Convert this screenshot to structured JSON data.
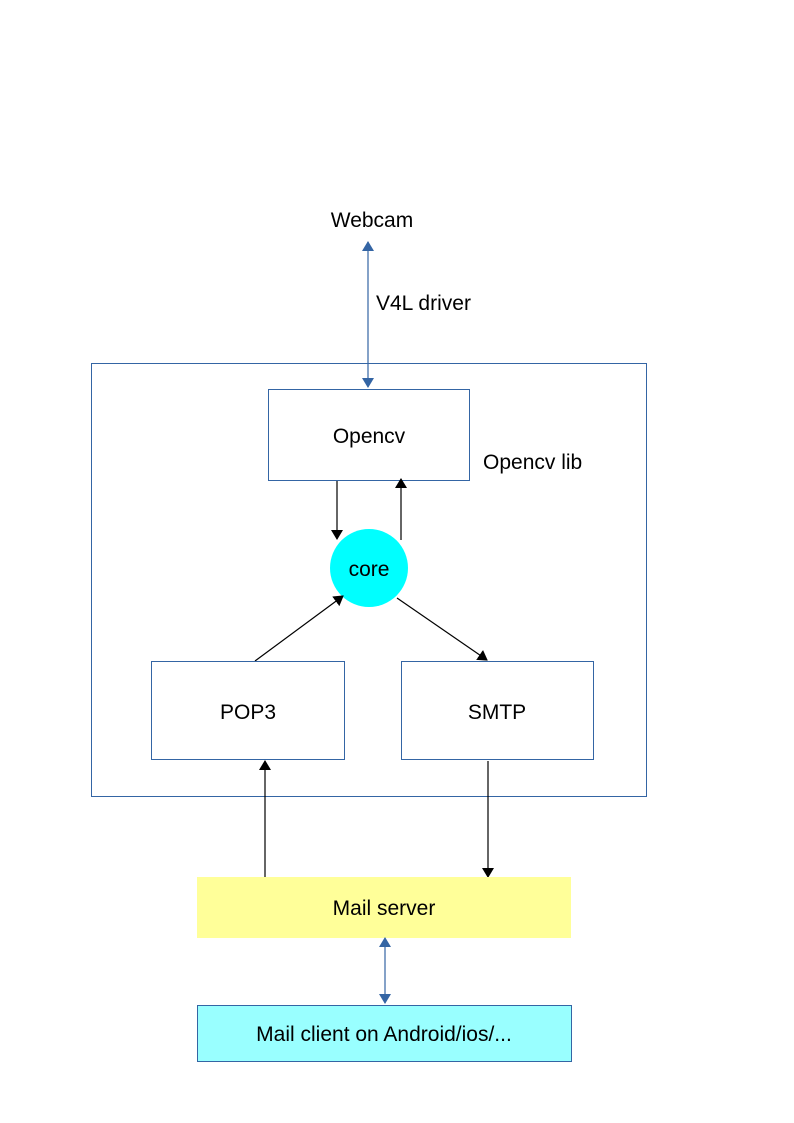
{
  "nodes": {
    "webcam": {
      "label": "Webcam"
    },
    "driver": {
      "label": "V4L driver"
    },
    "opencv": {
      "label": "Opencv"
    },
    "opencv_lib": {
      "label": "Opencv lib"
    },
    "core": {
      "label": "core"
    },
    "pop3": {
      "label": "POP3"
    },
    "smtp": {
      "label": "SMTP"
    },
    "mail_server": {
      "label": "Mail server"
    },
    "mail_client": {
      "label": "Mail client on Android/ios/..."
    }
  },
  "colors": {
    "box_border": "#3465a4",
    "core_fill": "#00ffff",
    "mail_server_fill": "#ffff99",
    "mail_client_fill": "#99ffff",
    "arrow_black": "#000000",
    "arrow_blue": "#3465a4"
  }
}
